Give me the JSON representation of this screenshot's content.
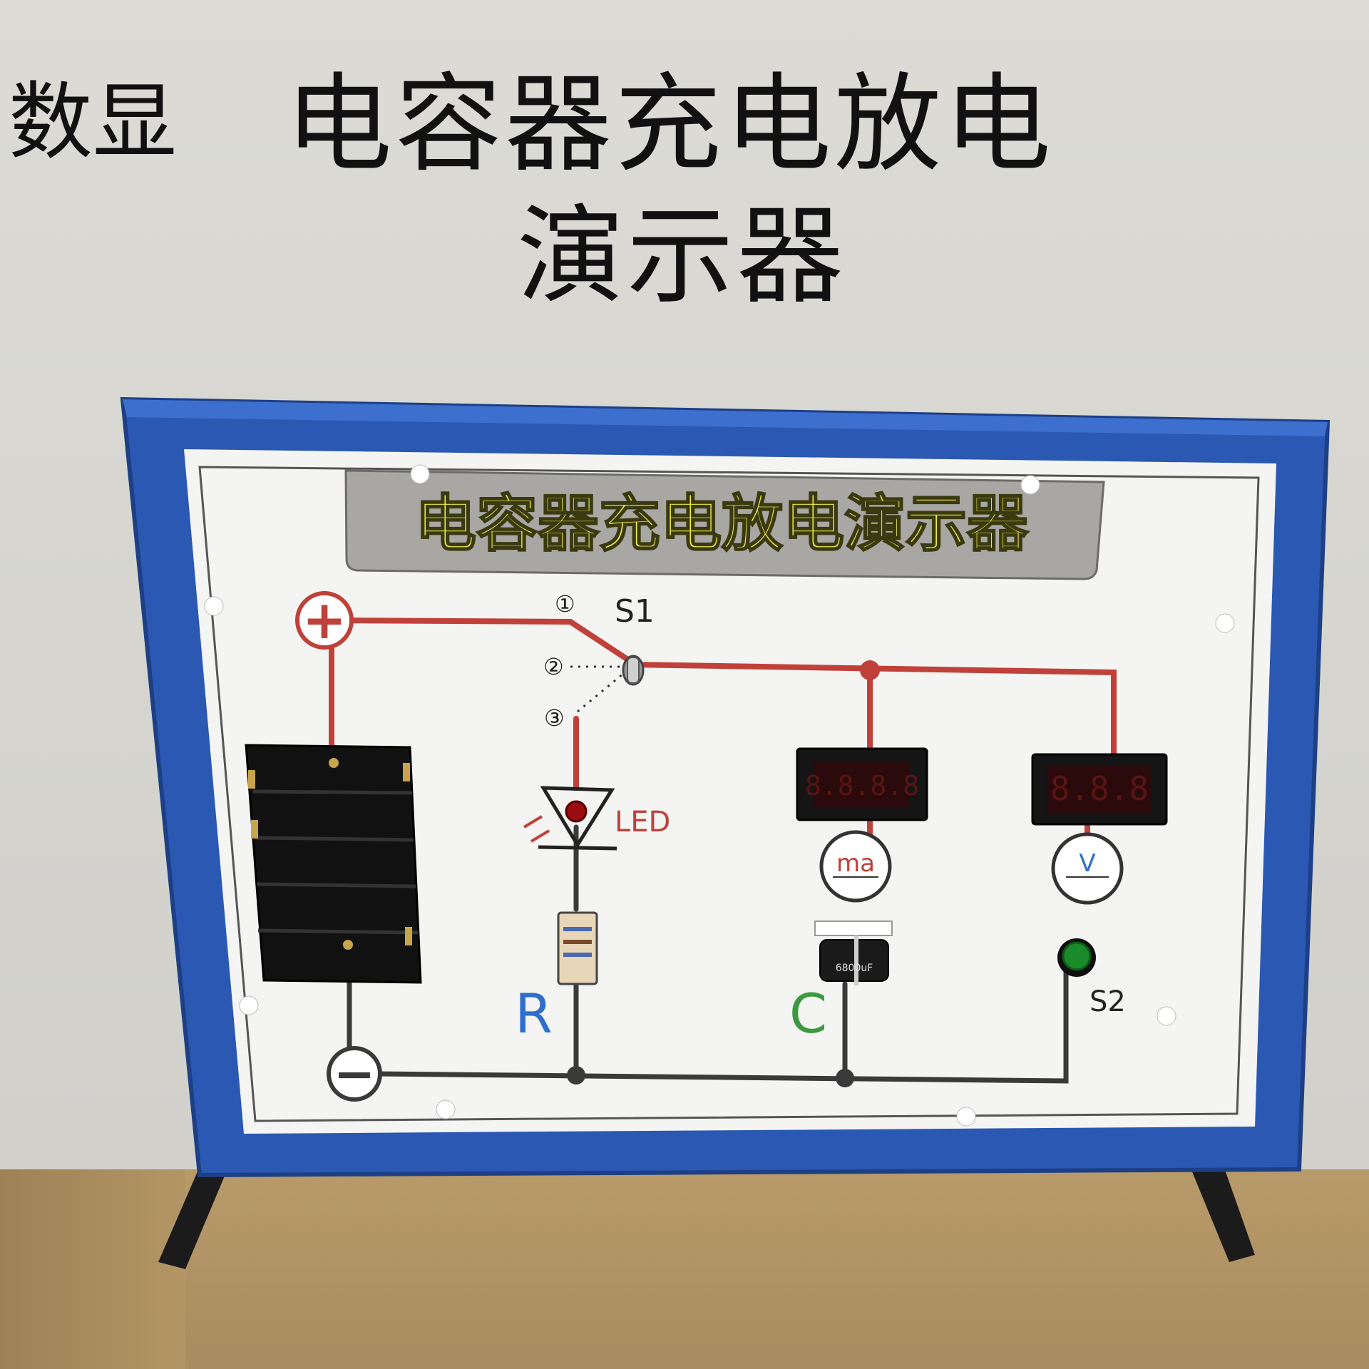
{
  "headline": {
    "badge": "数显",
    "title_line1": "电容器充电放电",
    "title_line2": "演示器"
  },
  "panel": {
    "banner": "电容器充电放电演示器",
    "switch_label": "S1",
    "switch_positions": [
      "①",
      "②",
      "③"
    ],
    "plus_symbol": "+",
    "minus_symbol": "−",
    "led_label": "LED",
    "resistor_label": "R",
    "capacitor_label": "C",
    "ammeter_unit": "ma",
    "voltmeter_unit": "V",
    "button_label": "S2",
    "ammeter_display": "8.8.8.8",
    "voltmeter_display": "8.8.8",
    "capacitor_marking": "6800uF"
  },
  "colors": {
    "frame": "#2a58b3",
    "wire": "#c0413a",
    "ground_wire": "#3a3a3a",
    "banner_text": "#f1e84a",
    "resistor_text": "#2f6fc9",
    "capacitor_text": "#3b9a3f",
    "button": "#1a8a2a"
  }
}
